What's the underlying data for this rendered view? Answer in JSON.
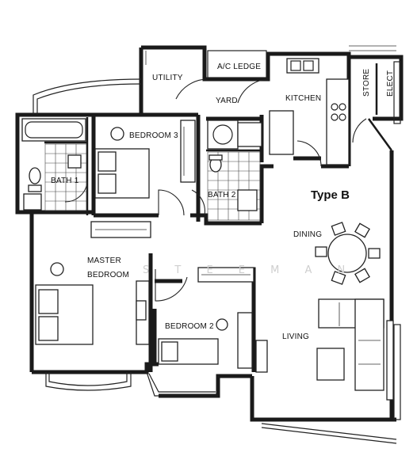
{
  "plan_type": "Type B",
  "watermark": "S  T  E  E  M  A  N",
  "rooms": {
    "utility": "UTILITY",
    "ac_ledge": "A/C LEDGE",
    "yard": "YARD",
    "kitchen": "KITCHEN",
    "store": "STORE",
    "elect": "ELECT",
    "bedroom3": "BEDROOM 3",
    "bath1": "BATH 1",
    "bath2": "BATH 2",
    "dining": "DINING",
    "master_bedroom_line1": "MASTER",
    "master_bedroom_line2": "BEDROOM",
    "bedroom2": "BEDROOM 2",
    "living": "LIVING"
  }
}
